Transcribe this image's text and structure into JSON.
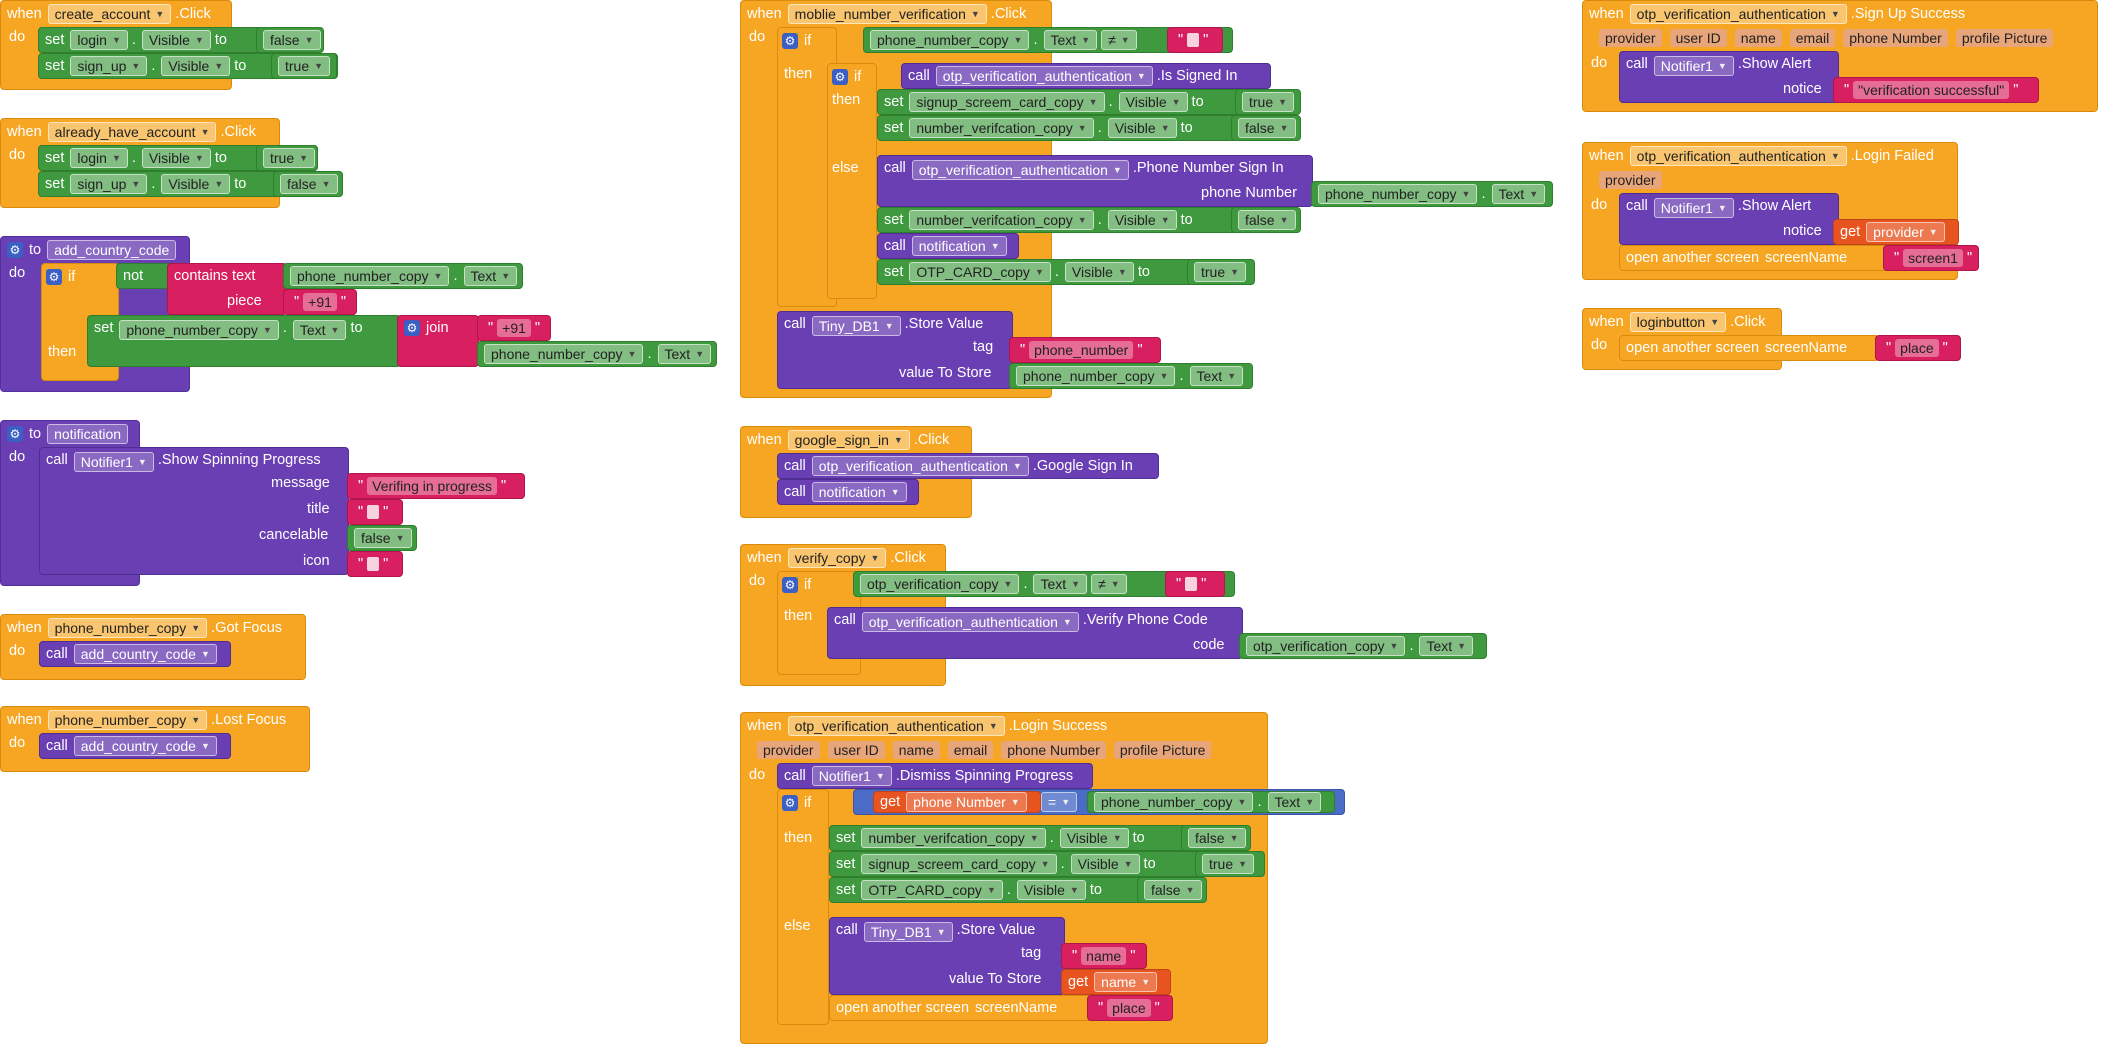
{
  "kw": {
    "when": "when",
    "do": "do",
    "to": "to",
    "set": "set",
    "call": "call",
    "if": "if",
    "then": "then",
    "else": "else",
    "not": "not",
    "join": "join",
    "get": "get",
    "contains_text": "contains text",
    "piece": "piece",
    "open_screen": "open another screen",
    "screenName": "screenName",
    "tag": "tag",
    "valueToStore": "value To Store",
    "message": "message",
    "title": "title",
    "cancelable": "cancelable",
    "icon": "icon",
    "notice": "notice",
    "code": "code",
    "phoneNumber": "phone Number",
    "neq": "≠",
    "eq": "=",
    "dot": ".",
    "q": "\""
  },
  "names": {
    "create_account": "create_account",
    "already_have_account": "already_have_account",
    "login": "login",
    "sign_up": "sign_up",
    "visible": "Visible",
    "text": "Text",
    "false": "false",
    "true": "true",
    "add_country_code": "add_country_code",
    "phone_number_copy": "phone_number_copy",
    "plus91": "+91",
    "notification": "notification",
    "notifier1": "Notifier1",
    "verifying": "Verifing in progress",
    "mobile_verif": "moblie_number_verification",
    "otp_auth": "otp_verification_authentication",
    "signup_card": "signup_screem_card_copy",
    "number_verif": "number_verifcation_copy",
    "otp_card": "OTP_CARD_copy",
    "number_verif2": "number_verifcation_copy",
    "tinydb": "Tiny_DB1",
    "phone_number_tag": "phone_number",
    "google_sign_in": "google_sign_in",
    "verify_copy": "verify_copy",
    "otp_verification_copy": "otp_verification_copy",
    "loginbutton": "loginbutton",
    "place": "place",
    "screen1": "screen1",
    "provider": "provider",
    "verif_success": "\"verification successful\"",
    "name": "name",
    "phone_Number": "phone Number"
  },
  "events": {
    "click": ".Click",
    "gotFocus": ".Got Focus",
    "lostFocus": ".Lost Focus",
    "loginSuccess": ".Login Success",
    "signUpSuccess": ".Sign Up Success",
    "loginFailed": ".Login Failed"
  },
  "methods": {
    "showSpinning": ".Show Spinning Progress",
    "isSignedIn": ".Is Signed In",
    "phoneSignIn": ".Phone Number Sign In",
    "storeValue": ".Store Value",
    "googleSignIn": ".Google Sign In",
    "verifyPhoneCode": ".Verify Phone Code",
    "dismissSpinning": ".Dismiss Spinning Progress",
    "showAlert": ".Show Alert"
  },
  "params": [
    "provider",
    "user ID",
    "name",
    "email",
    "phone Number",
    "profile Picture"
  ]
}
